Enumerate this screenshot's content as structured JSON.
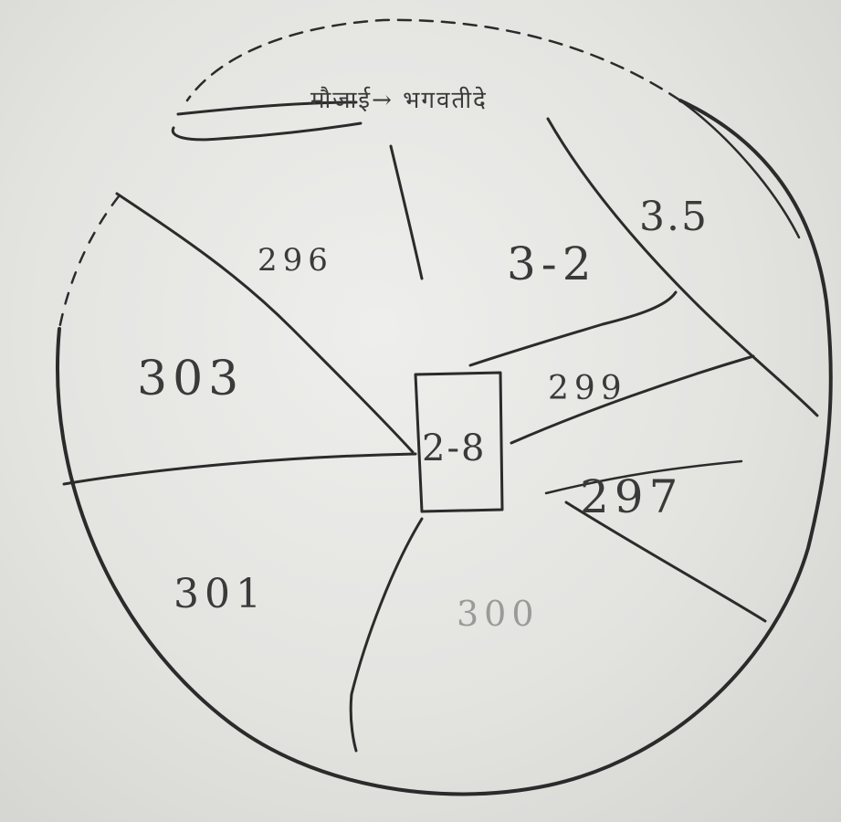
{
  "diagram": {
    "header_text": "मौजाई→ भगवतीदे",
    "center_plot": "2-8",
    "plots": [
      "296",
      "3-2",
      "3.5",
      "303",
      "299",
      "297",
      "301",
      "300"
    ]
  }
}
